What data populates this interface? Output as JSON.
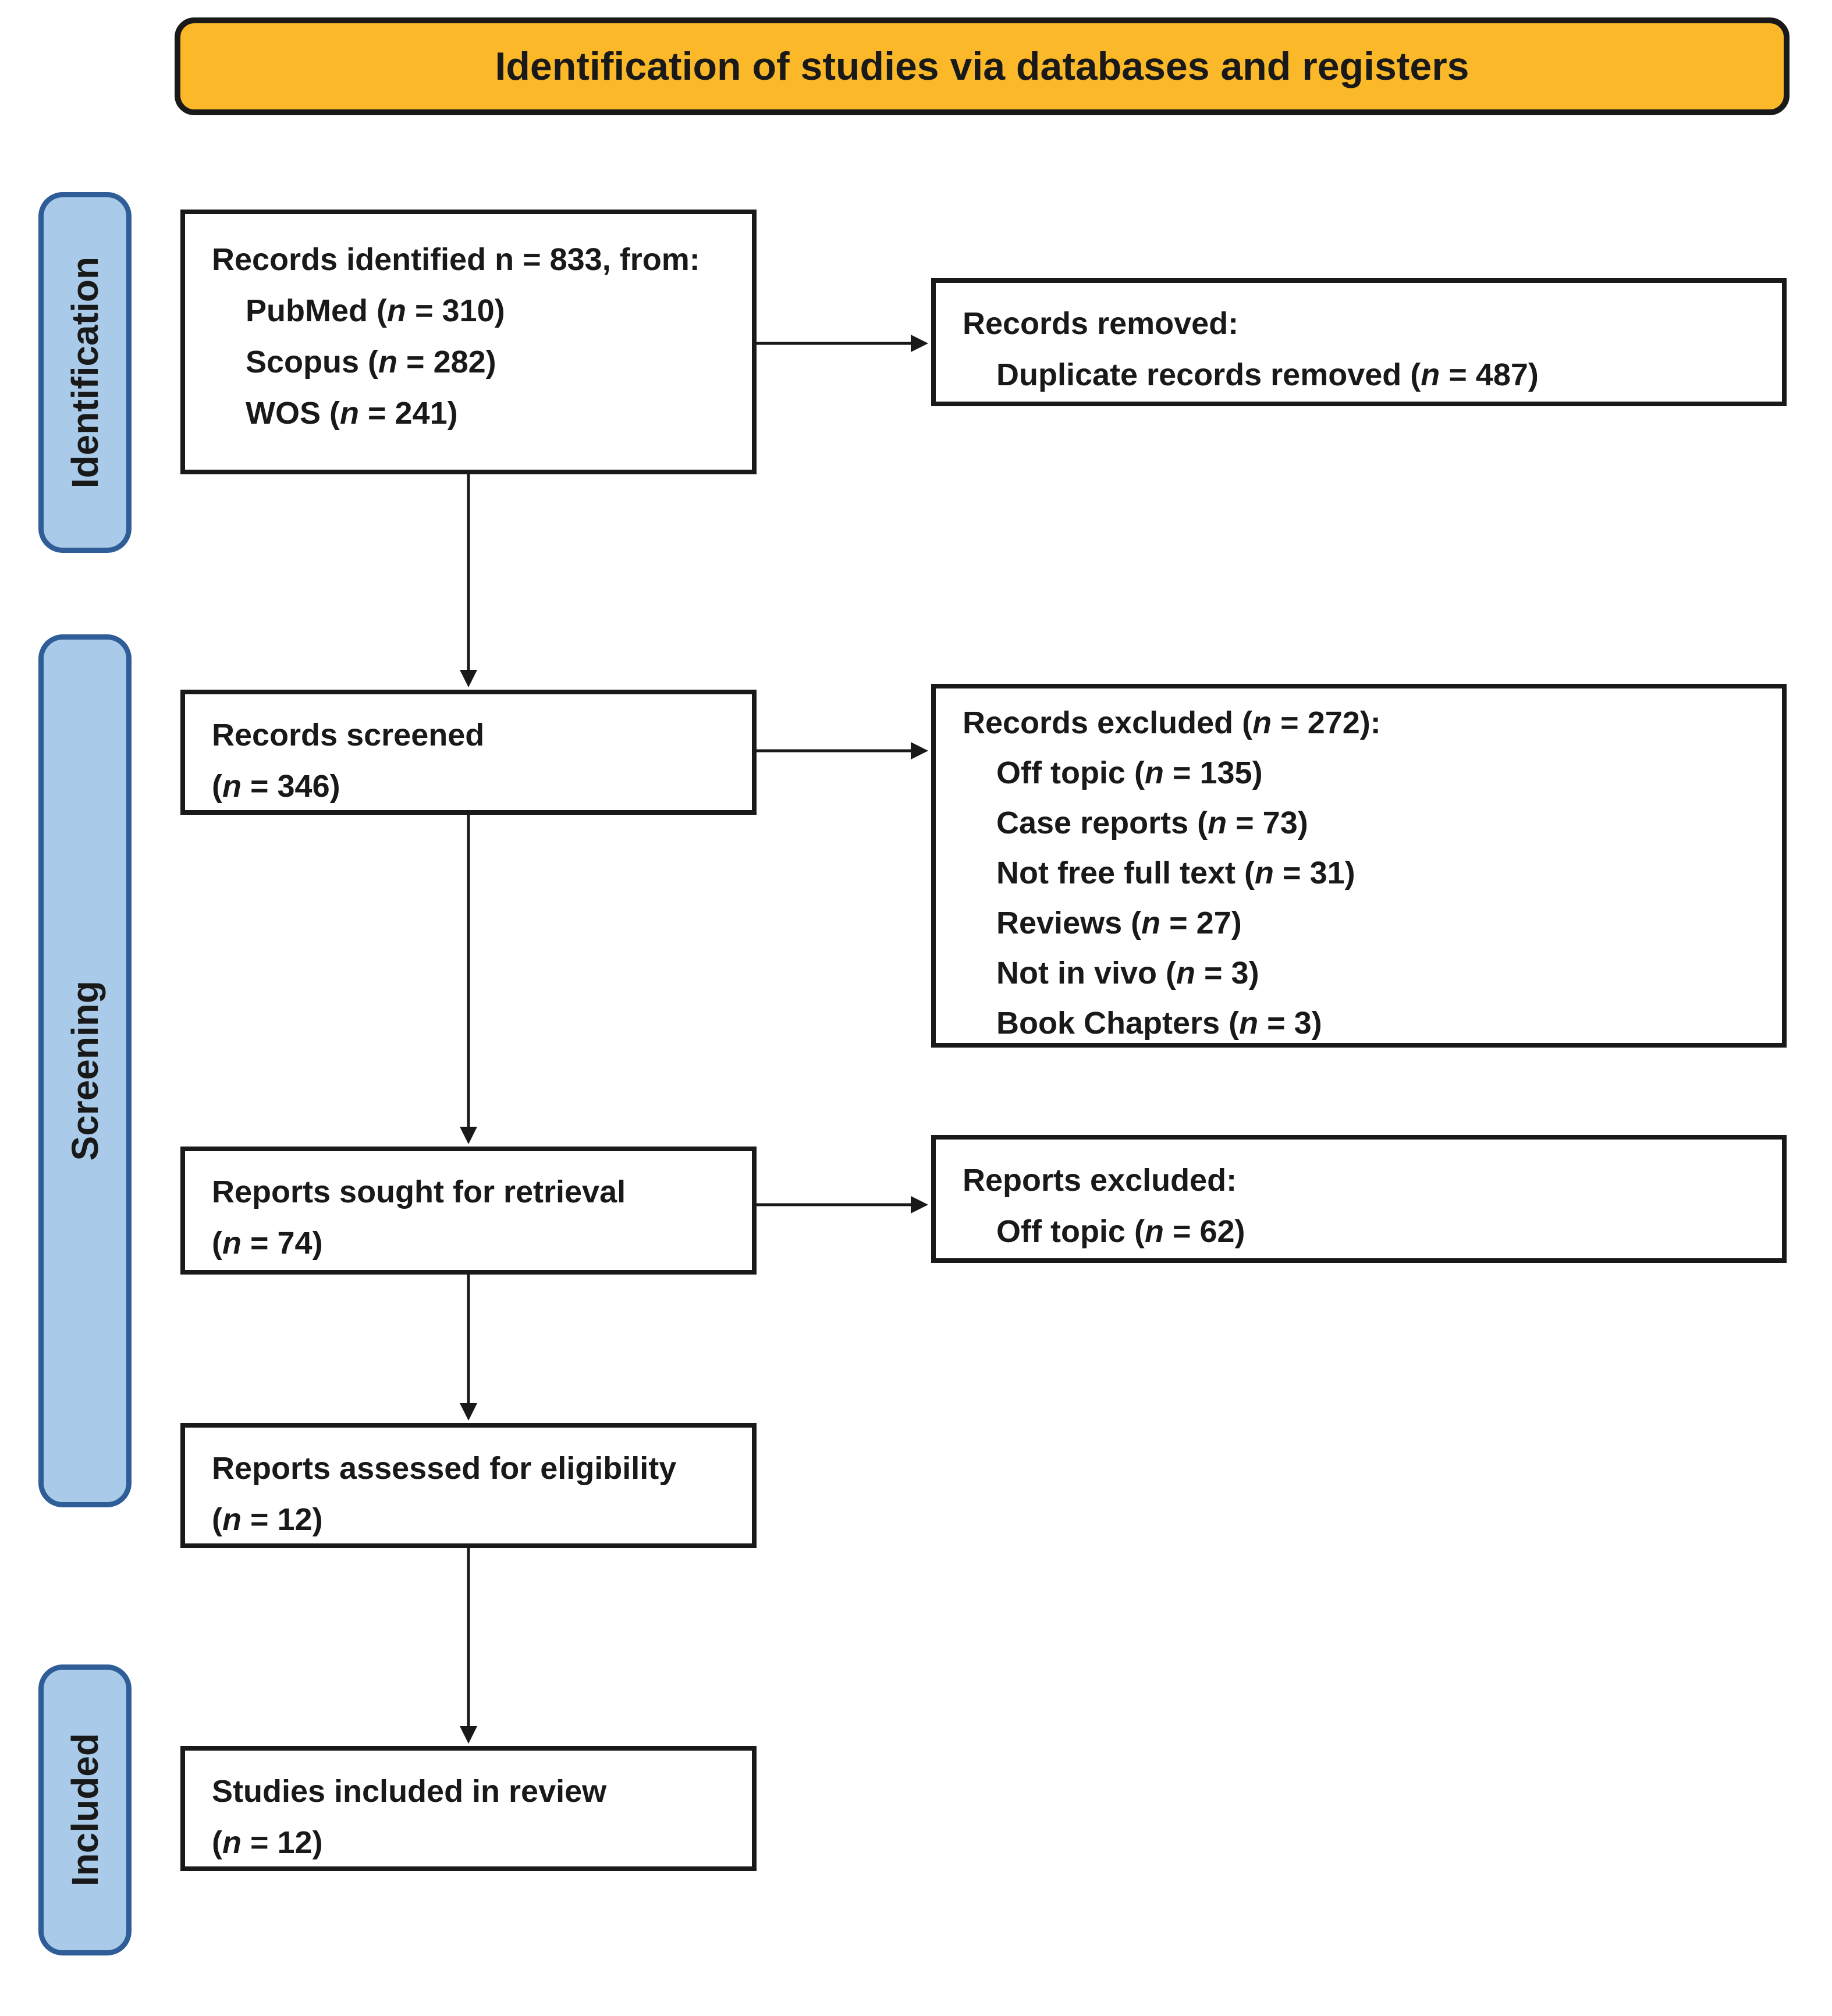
{
  "banner": {
    "title": "Identification of studies via databases and registers"
  },
  "colors": {
    "banner_bg": "#FBB929",
    "banner_border": "#191919",
    "bar_fill": "#A9CBE9",
    "bar_border": "#2F5D97",
    "box_border": "#191919",
    "arrow": "#191919",
    "text": "#191919"
  },
  "sidebar": {
    "items": [
      {
        "label": "Identification"
      },
      {
        "label": "Screening"
      },
      {
        "label": "Included"
      }
    ]
  },
  "boxes": {
    "identified": {
      "lines": [
        {
          "t": "Records identified n = 833, from:"
        },
        {
          "t": "PubMed (n = 310)",
          "indent": true
        },
        {
          "t": "Scopus (n = 282)",
          "indent": true
        },
        {
          "t": "WOS (n = 241)",
          "indent": true
        }
      ]
    },
    "removed": {
      "lines": [
        {
          "t": "Records removed:"
        },
        {
          "t": "Duplicate records removed (n = 487)",
          "indent": true
        }
      ]
    },
    "screened": {
      "lines": [
        {
          "t": "Records screened"
        },
        {
          "t": "(n = 346)"
        }
      ]
    },
    "excluded": {
      "lines": [
        {
          "t": "Records excluded (n = 272):"
        },
        {
          "t": "Off topic (n = 135)",
          "indent": true
        },
        {
          "t": "Case reports (n = 73)",
          "indent": true
        },
        {
          "t": "Not free full text (n = 31)",
          "indent": true
        },
        {
          "t": "Reviews (n = 27)",
          "indent": true
        },
        {
          "t": "Not in vivo (n = 3)",
          "indent": true
        },
        {
          "t": "Book Chapters (n = 3)",
          "indent": true
        }
      ]
    },
    "sought": {
      "lines": [
        {
          "t": "Reports sought for retrieval"
        },
        {
          "t": "(n = 74)"
        }
      ]
    },
    "reports_excluded": {
      "lines": [
        {
          "t": "Reports excluded:"
        },
        {
          "t": "Off topic (n = 62)",
          "indent": true
        }
      ]
    },
    "assessed": {
      "lines": [
        {
          "t": "Reports assessed for eligibility"
        },
        {
          "t": "(n = 12)"
        }
      ]
    },
    "included": {
      "lines": [
        {
          "t": "Studies included in review"
        },
        {
          "t": "(n = 12)"
        }
      ]
    }
  }
}
